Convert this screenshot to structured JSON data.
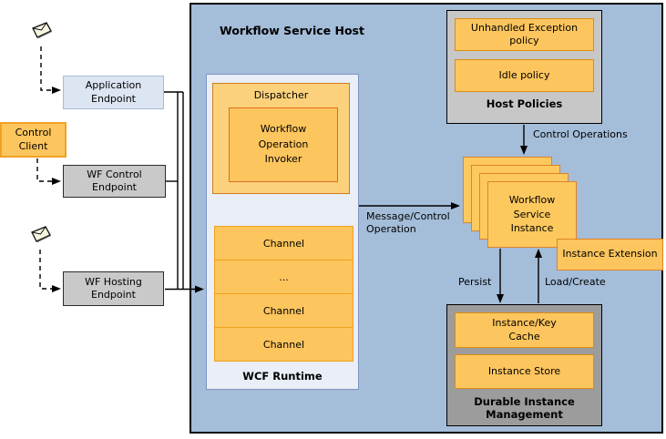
{
  "diagram": {
    "title": "Workflow Service Host",
    "colors": {
      "host_background": "#A4BDD9",
      "panel_background": "#E9EEF7",
      "panel_border": "#8094C2",
      "orange_fill": "#FDC55D",
      "orange_border": "#EFA11F",
      "dispatcher_fill": "#FBD17C",
      "gray_light": "#C7C7C7",
      "gray_dark": "#9C9C9C",
      "endpoint_blue_fill": "#DCE5F2",
      "line_color": "#000000"
    },
    "left_column": {
      "application_endpoint": "Application\nEndpoint",
      "control_client": "Control\nClient",
      "wf_control_endpoint": "WF Control\nEndpoint",
      "wf_hosting_endpoint": "WF Hosting\nEndpoint"
    },
    "wcf_runtime": {
      "label": "WCF Runtime",
      "dispatcher_label": "Dispatcher",
      "invoker_label": "Workflow\nOperation\nInvoker",
      "channels": [
        "Channel",
        "...",
        "Channel",
        "Channel"
      ]
    },
    "host_policies": {
      "label": "Host Policies",
      "items": [
        "Unhandled Exception\npolicy",
        "Idle policy"
      ]
    },
    "instance": {
      "stack_label": "Workflow\nService\nInstance",
      "extension_label": "Instance Extension"
    },
    "durable": {
      "label": "Durable Instance\nManagement",
      "items": [
        "Instance/Key\nCache",
        "Instance Store"
      ]
    },
    "arrow_labels": {
      "control_operations": "Control Operations",
      "message_control": "Message/Control\nOperation",
      "persist": "Persist",
      "load_create": "Load/Create"
    }
  }
}
